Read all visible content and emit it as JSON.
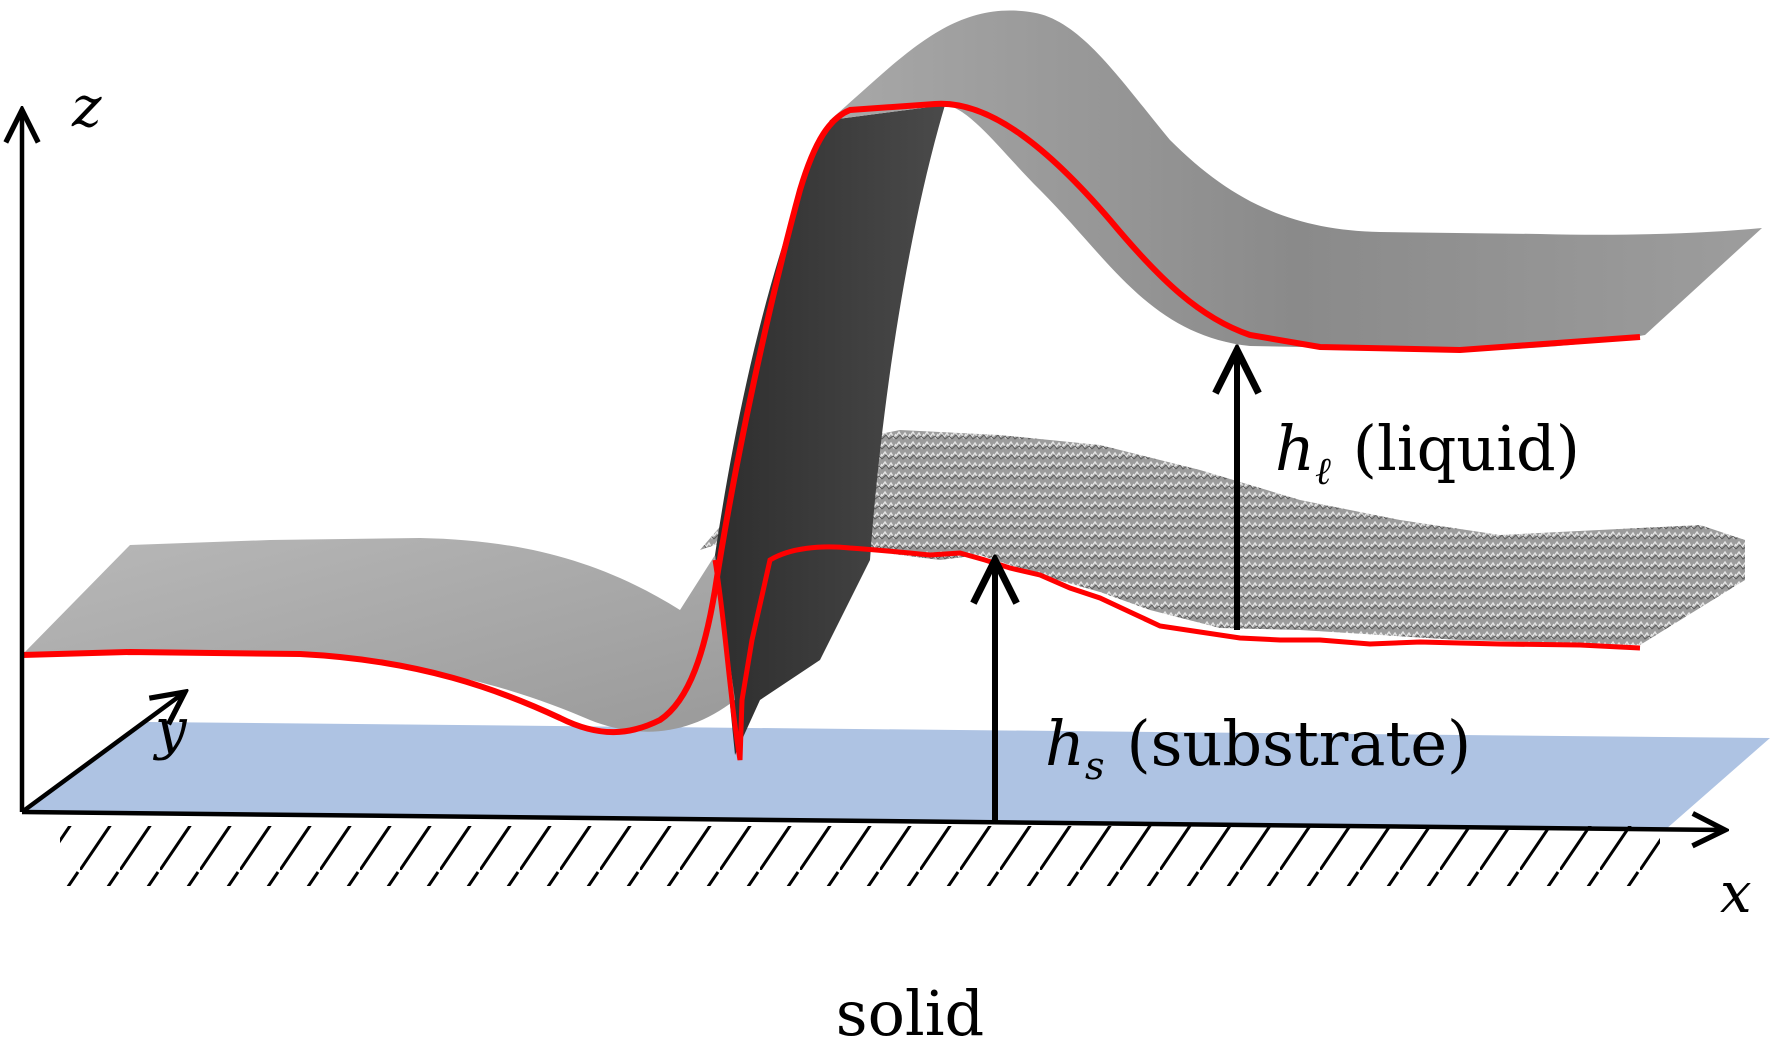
{
  "axes": {
    "x_label": "x",
    "y_label": "y",
    "z_label": "z"
  },
  "labels": {
    "liquid_symbol": "h",
    "liquid_subscript": "ℓ",
    "liquid_text": "(liquid)",
    "substrate_symbol": "h",
    "substrate_subscript": "s",
    "substrate_text": "(substrate)",
    "solid_text": "solid"
  },
  "colors": {
    "interface_line": "#ff0000",
    "solid_plane": "#aec3e3",
    "liquid_surface": "#8c8c8c",
    "liquid_front": "#3a3a3a",
    "substrate_surface": "#9a9a9a",
    "axis": "#000000"
  }
}
